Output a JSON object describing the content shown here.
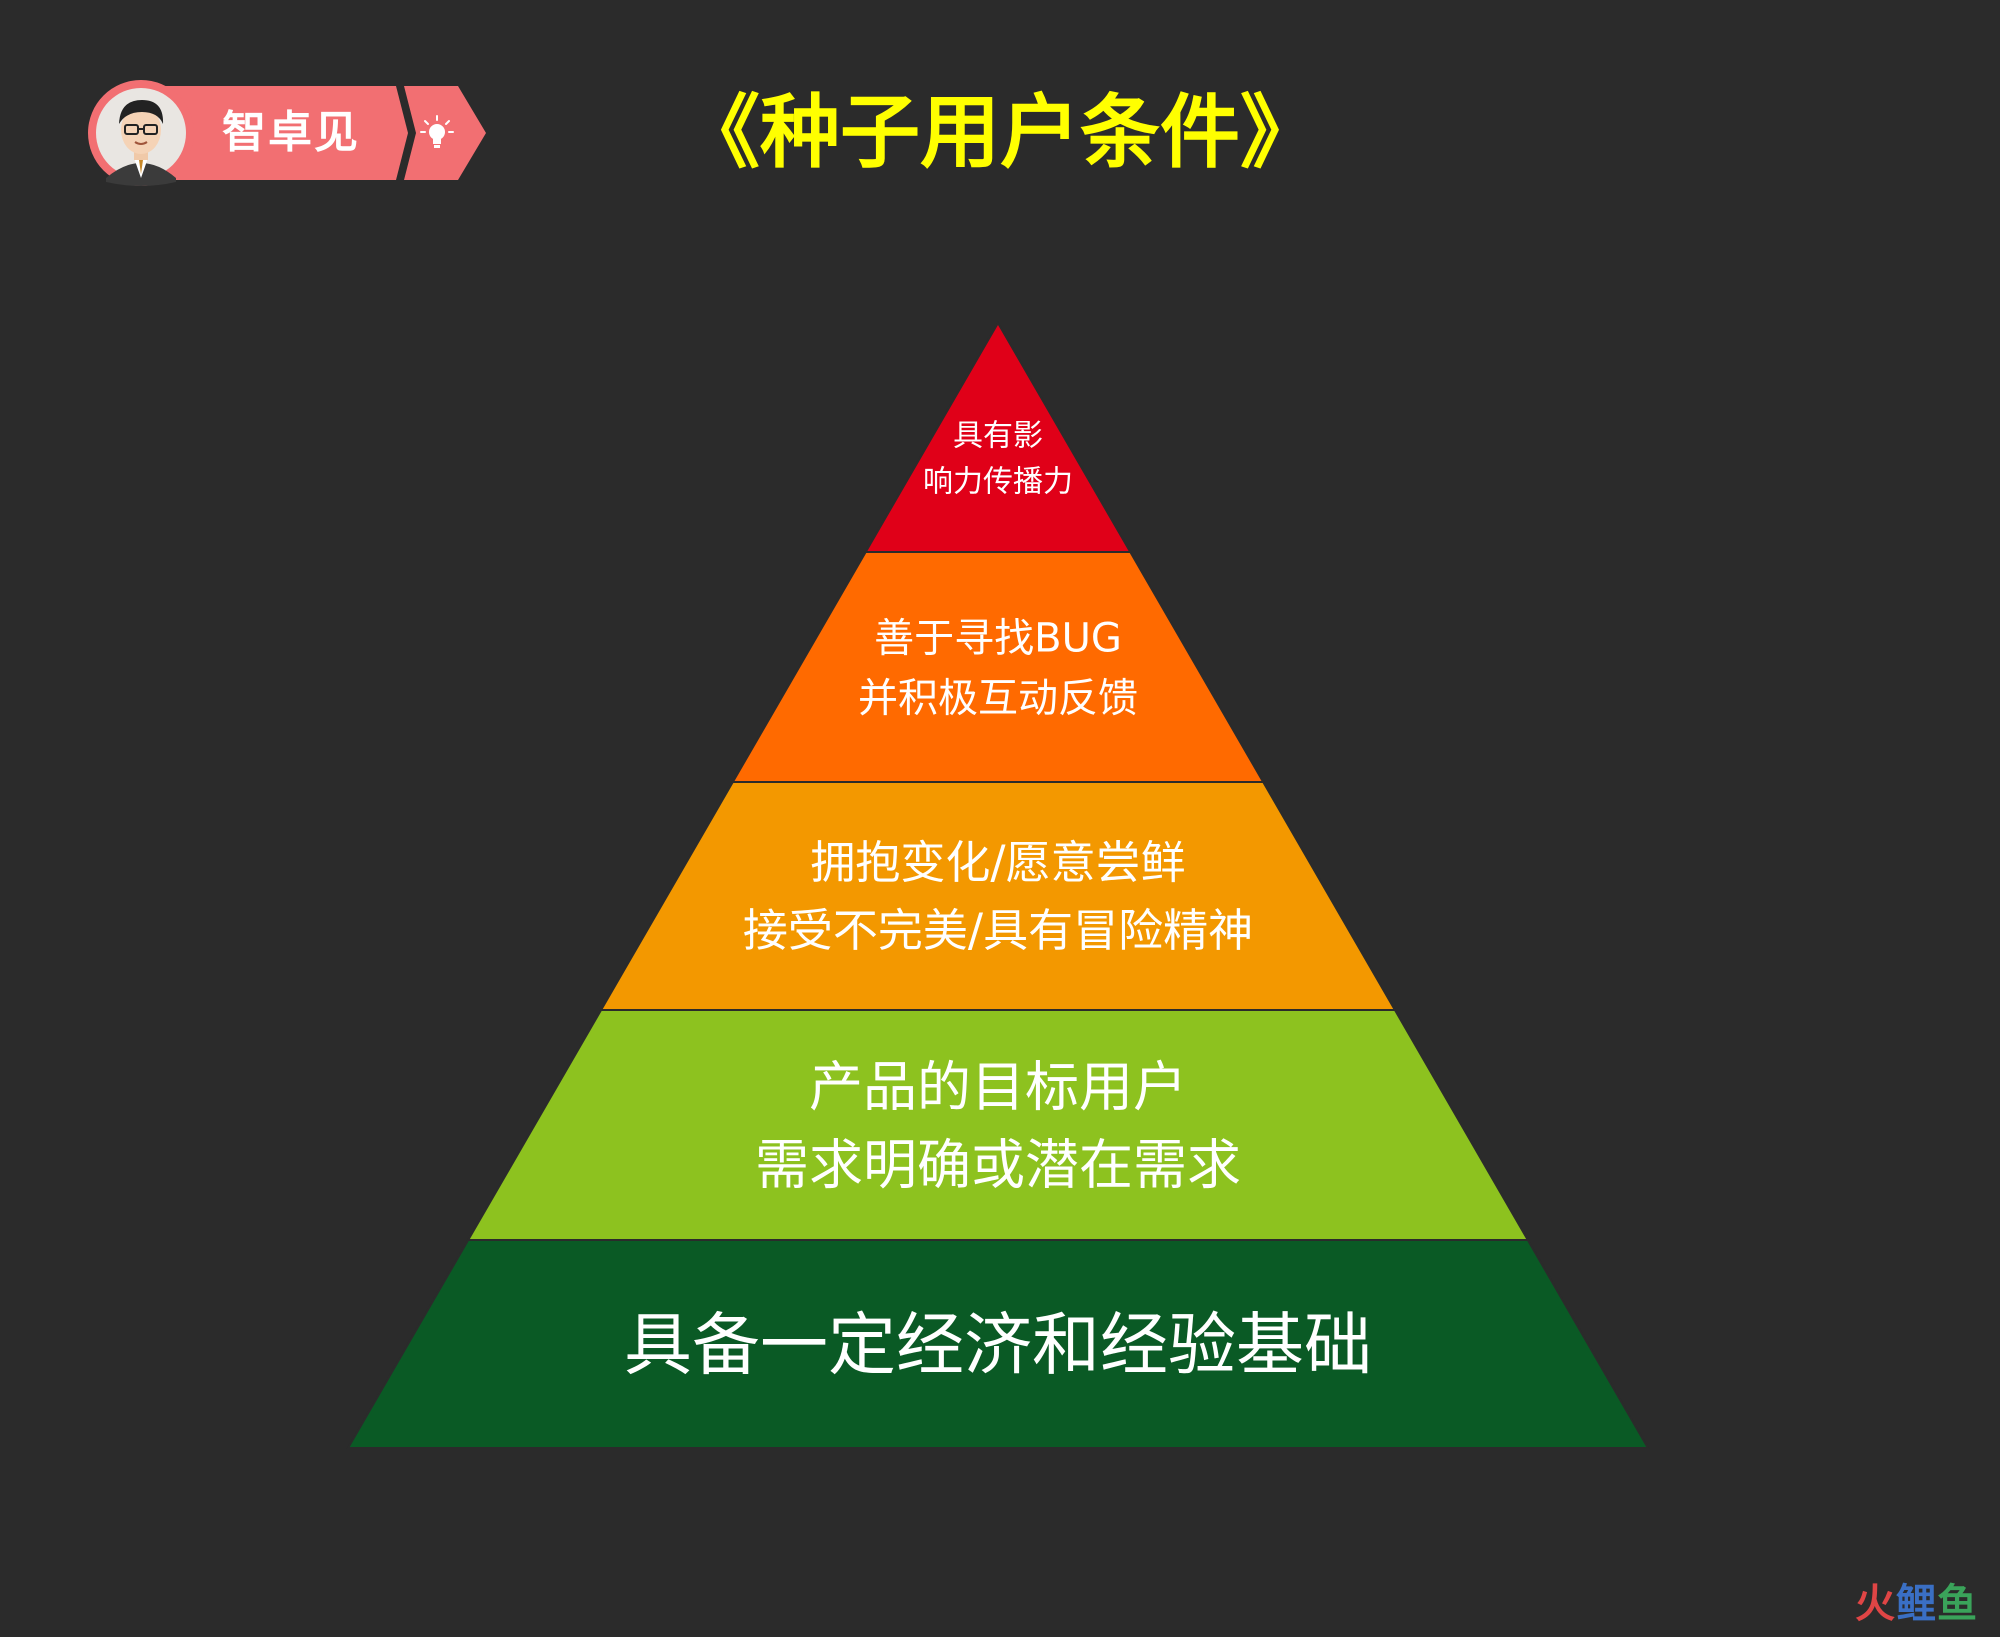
{
  "brand": {
    "name": "智卓见"
  },
  "title": "《种子用户条件》",
  "pyramid": {
    "layers": [
      {
        "lines": [
          "具有影",
          "响力传播力"
        ],
        "color": "#e00018"
      },
      {
        "lines": [
          "善于寻找BUG",
          "并积极互动反馈"
        ],
        "color": "#ff6a00"
      },
      {
        "lines": [
          "拥抱变化/愿意尝鲜",
          "接受不完美/具有冒险精神"
        ],
        "color": "#f39800"
      },
      {
        "lines": [
          "产品的目标用户",
          "需求明确或潜在需求"
        ],
        "color": "#8dc21f"
      },
      {
        "lines": [
          "具备一定经济和经验基础"
        ],
        "color": "#0a5a25"
      }
    ]
  },
  "watermark": {
    "parts": [
      "火",
      "鲤",
      "鱼"
    ]
  },
  "colors": {
    "background": "#2b2b2b",
    "title": "#ffff00",
    "brand_ribbon": "#f26f72"
  }
}
